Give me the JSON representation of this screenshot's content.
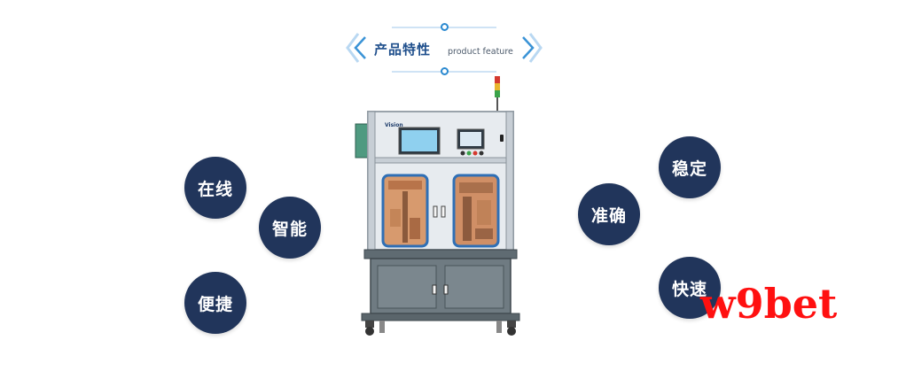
{
  "header": {
    "title_cn": "产品特性",
    "title_en": "product feature"
  },
  "features": {
    "online": "在线",
    "smart": "智能",
    "convenient": "便捷",
    "accurate": "准确",
    "stable": "稳定",
    "fast": "快速"
  },
  "machine": {
    "brand": "Vision"
  },
  "watermark": {
    "text": "w9bet"
  },
  "colors": {
    "bubble": "#21355b",
    "header_title": "#1f4f8c",
    "accent": "#2a89d0",
    "watermark": "#ff1010"
  }
}
